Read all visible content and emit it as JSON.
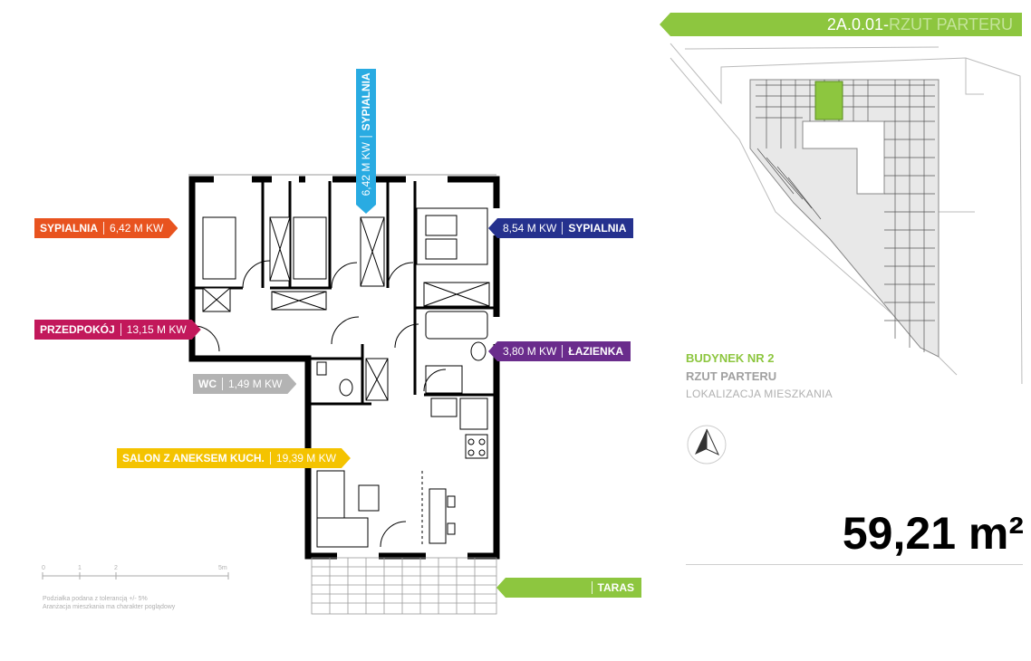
{
  "header": {
    "code": "2A.0.01",
    "separator": "-",
    "floor_label": "RZUT PARTERU"
  },
  "rooms": {
    "bedroom_left": {
      "name": "SYPIALNIA",
      "area": "6,42 M KW",
      "color": "#e8531f"
    },
    "bedroom_top": {
      "name": "SYPIALNIA",
      "area": "6,42 M KW",
      "color": "#29abe2"
    },
    "bedroom_right": {
      "name": "SYPIALNIA",
      "area": "8,54 M KW",
      "color": "#25318e"
    },
    "hall": {
      "name": "PRZEDPOKÓJ",
      "area": "13,15 M KW",
      "color": "#c2185b"
    },
    "wc": {
      "name": "WC",
      "area": "1,49 M KW",
      "color": "#b3b3b3"
    },
    "bathroom": {
      "name": "ŁAZIENKA",
      "area": "3,80 M KW",
      "color": "#6a2c8c"
    },
    "living": {
      "name": "SALON Z ANEKSEM KUCH.",
      "area": "19,39 M KW",
      "color": "#f4c300"
    },
    "terrace": {
      "name": "TARAS",
      "color": "#8dc63f"
    }
  },
  "building": {
    "title": "BUDYNEK NR 2",
    "floor": "RZUT PARTERU",
    "location": "LOKALIZACJA MIESZKANIA"
  },
  "total_area": "59,21 m²",
  "scale": {
    "labels": [
      "0",
      "1",
      "2",
      "5m"
    ],
    "note_line1": "Podziałka podana z tolerancją +/- 5%",
    "note_line2": "Aranżacja mieszkania ma charakter poglądowy"
  },
  "colors": {
    "accent": "#8dc63f",
    "wall": "#000000"
  },
  "icons": {
    "north": "north-arrow-icon"
  }
}
